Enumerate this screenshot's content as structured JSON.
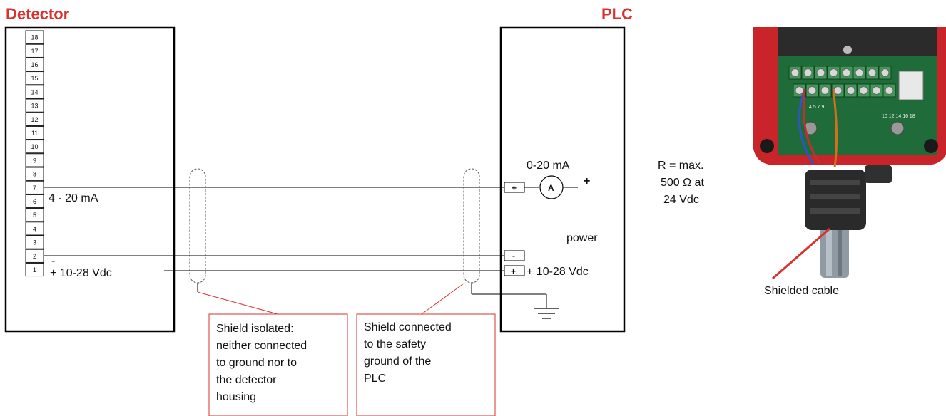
{
  "detector": {
    "title": "Detector",
    "terminals": [
      "18",
      "17",
      "16",
      "15",
      "14",
      "13",
      "12",
      "11",
      "10",
      "9",
      "8",
      "7",
      "6",
      "5",
      "4",
      "3",
      "2",
      "1"
    ],
    "signal_label": "4 - 20 mA",
    "supply_minus": "-",
    "supply_label": "+ 10-28 Vdc"
  },
  "plc": {
    "title": "PLC",
    "current_label": "0-20 mA",
    "ammeter_symbol": "A",
    "ammeter_plus": "+",
    "term_plus_signal": "+",
    "term_minus": "-",
    "term_plus_power": "+",
    "power_label": "power",
    "supply_label": "+ 10-28 Vdc"
  },
  "resistance": {
    "line1": "R = max.",
    "line2": "500 Ω at",
    "line3": "24 Vdc"
  },
  "callouts": {
    "isolated": [
      "Shield isolated:",
      "neither connected",
      "to ground nor to",
      "the detector",
      "housing"
    ],
    "connected": [
      "Shield connected",
      "to the safety",
      "ground of the",
      "PLC"
    ]
  },
  "photo": {
    "caption": "Shielded cable",
    "terminal_numbers_top": "4 5 7 9",
    "terminal_numbers_bottom": "10 12 14 16 18"
  },
  "colors": {
    "accent_red": "#d9322d",
    "housing_red": "#c8242a",
    "pcb_green": "#1f6b3a"
  }
}
